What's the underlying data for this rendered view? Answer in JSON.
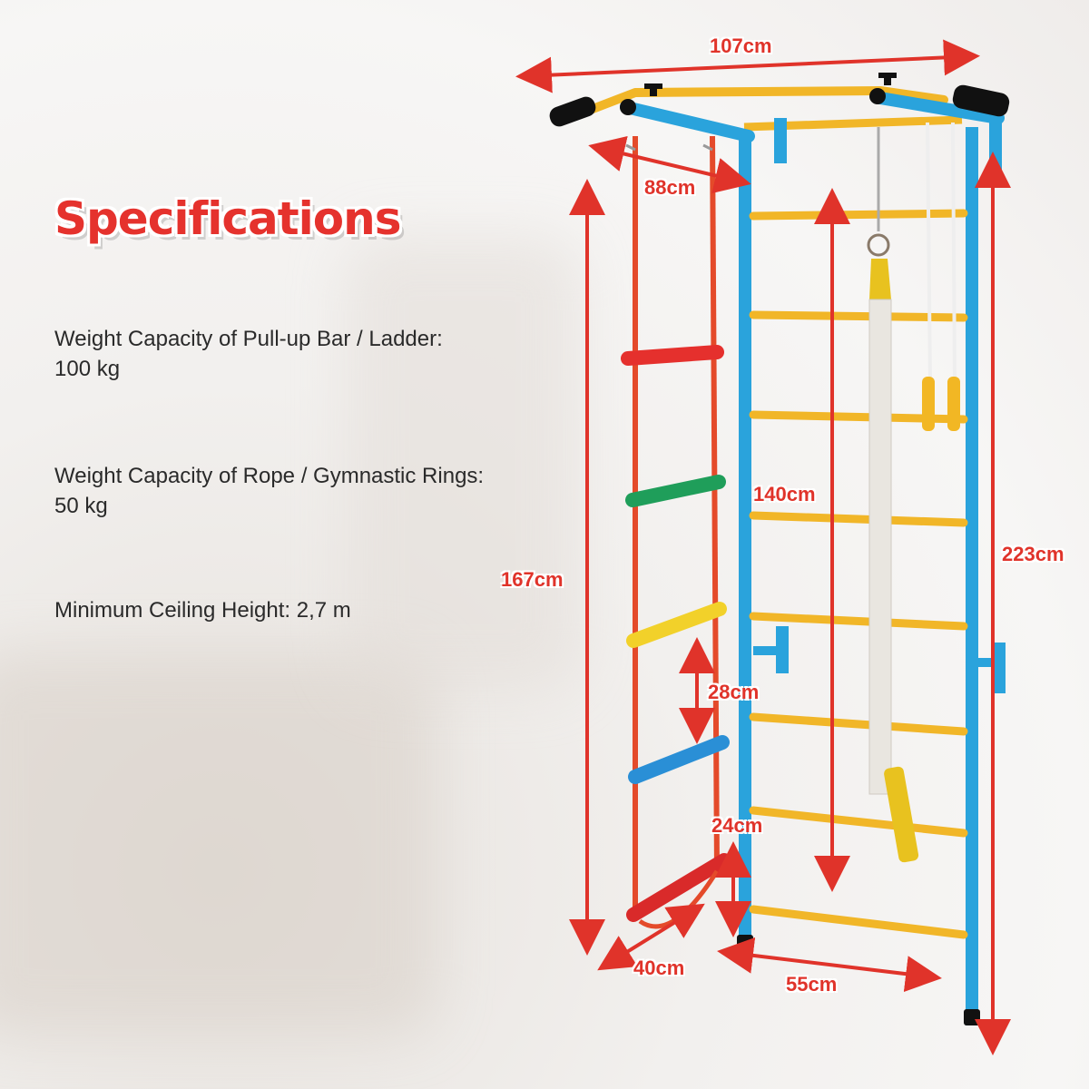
{
  "title": "Specifications",
  "specs": [
    {
      "label": "Weight Capacity of Pull-up Bar / Ladder:",
      "value": "100 kg"
    },
    {
      "label": "Weight Capacity of Rope / Gymnastic Rings:",
      "value": "50 kg"
    },
    {
      "label": "Minimum Ceiling Height: 2,7 m",
      "value": ""
    }
  ],
  "dimensions": {
    "top_width": "107cm",
    "top_depth": "88cm",
    "ladder_height": "167cm",
    "rope_length": "140cm",
    "total_height": "223cm",
    "rung_spacing": "28cm",
    "bottom_clearance": "24cm",
    "ladder_width": "40cm",
    "frame_width": "55cm"
  },
  "colors": {
    "accent_red": "#e0332a",
    "frame_blue": "#2aa3dc",
    "bar_yellow": "#f1b628",
    "rung_colors": [
      "#e5302d",
      "#1f9e5a",
      "#f2d12a",
      "#2a8fd6",
      "#d92a2a"
    ]
  }
}
